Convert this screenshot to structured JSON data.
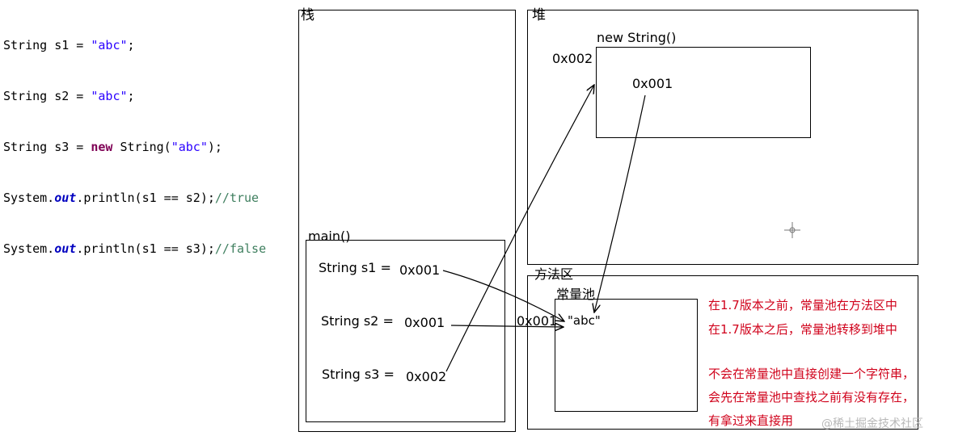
{
  "code": {
    "lines": [
      {
        "parts": [
          {
            "t": "String s1 = ",
            "c": ""
          },
          {
            "t": "\"abc\"",
            "c": "str"
          },
          {
            "t": ";",
            "c": ""
          }
        ]
      },
      {
        "parts": [
          {
            "t": "String s2 = ",
            "c": ""
          },
          {
            "t": "\"abc\"",
            "c": "str"
          },
          {
            "t": ";",
            "c": ""
          }
        ]
      },
      {
        "parts": [
          {
            "t": "String s3 = ",
            "c": ""
          },
          {
            "t": "new",
            "c": "kw"
          },
          {
            "t": " String(",
            "c": ""
          },
          {
            "t": "\"abc\"",
            "c": "str"
          },
          {
            "t": ");",
            "c": ""
          }
        ]
      },
      {
        "parts": [
          {
            "t": "System.",
            "c": ""
          },
          {
            "t": "out",
            "c": "fld"
          },
          {
            "t": ".println(s1 == s2);",
            "c": ""
          },
          {
            "t": "//true",
            "c": "cmt"
          }
        ]
      },
      {
        "parts": [
          {
            "t": "System.",
            "c": ""
          },
          {
            "t": "out",
            "c": "fld"
          },
          {
            "t": ".println(s1 == s3);",
            "c": ""
          },
          {
            "t": "//false",
            "c": "cmt"
          }
        ]
      }
    ]
  },
  "stack": {
    "title": "栈",
    "main_label": "main()",
    "s1": {
      "label": "String s1 =",
      "value": "0x001"
    },
    "s2": {
      "label": "String s2 =",
      "value": "0x001"
    },
    "s3": {
      "label": "String s3 =",
      "value": "0x002"
    }
  },
  "heap": {
    "title": "堆",
    "object_label": "new String()",
    "object_address": "0x002",
    "object_inner": "0x001"
  },
  "method_area": {
    "title": "方法区",
    "pool_label": "常量池",
    "pool_address": "0x001",
    "pool_value": "\"abc\""
  },
  "notes": [
    "在1.7版本之前，常量池在方法区中",
    "在1.7版本之后，常量池转移到堆中",
    "不会在常量池中直接创建一个字符串，",
    "会先在常量池中查找之前有没有存在，",
    "有拿过来直接用"
  ],
  "watermark": "@稀土掘金技术社区"
}
